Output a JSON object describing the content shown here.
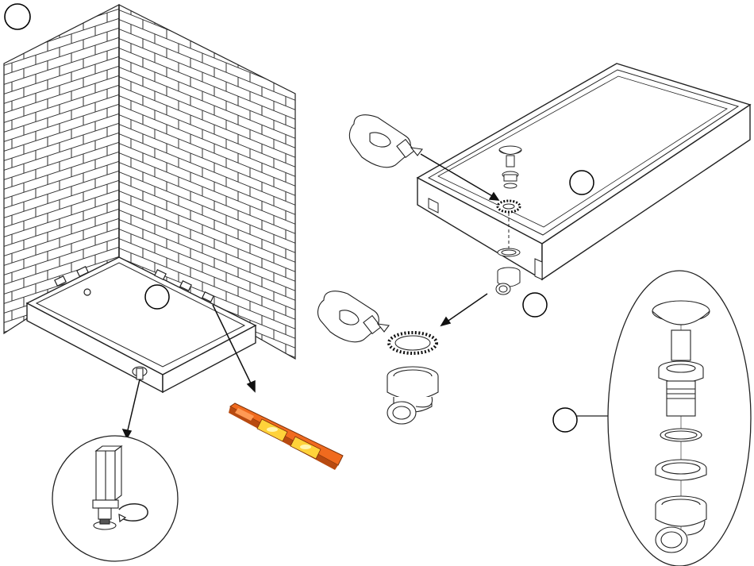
{
  "figure": {
    "type": "assembly-instruction-diagram",
    "step_markers": [
      {
        "id": "step-marker-main",
        "label": ""
      },
      {
        "id": "step-marker-tray-corner",
        "label": ""
      },
      {
        "id": "step-marker-tray-top",
        "label": ""
      },
      {
        "id": "step-marker-waste-trap",
        "label": ""
      },
      {
        "id": "step-marker-exploded-waste",
        "label": ""
      }
    ],
    "parts": [
      "brick-wall-corner",
      "shower-tray",
      "adjustable-leg",
      "spirit-level",
      "sealant-bottle",
      "waste-trap",
      "waste-cap",
      "sealing-washer"
    ],
    "colors": {
      "line": "#222222",
      "brick_mortar": "#333333",
      "level_body": "#f06a1e",
      "level_dark": "#b84a10",
      "seal_dots": "#111111",
      "paper": "#ffffff"
    }
  }
}
